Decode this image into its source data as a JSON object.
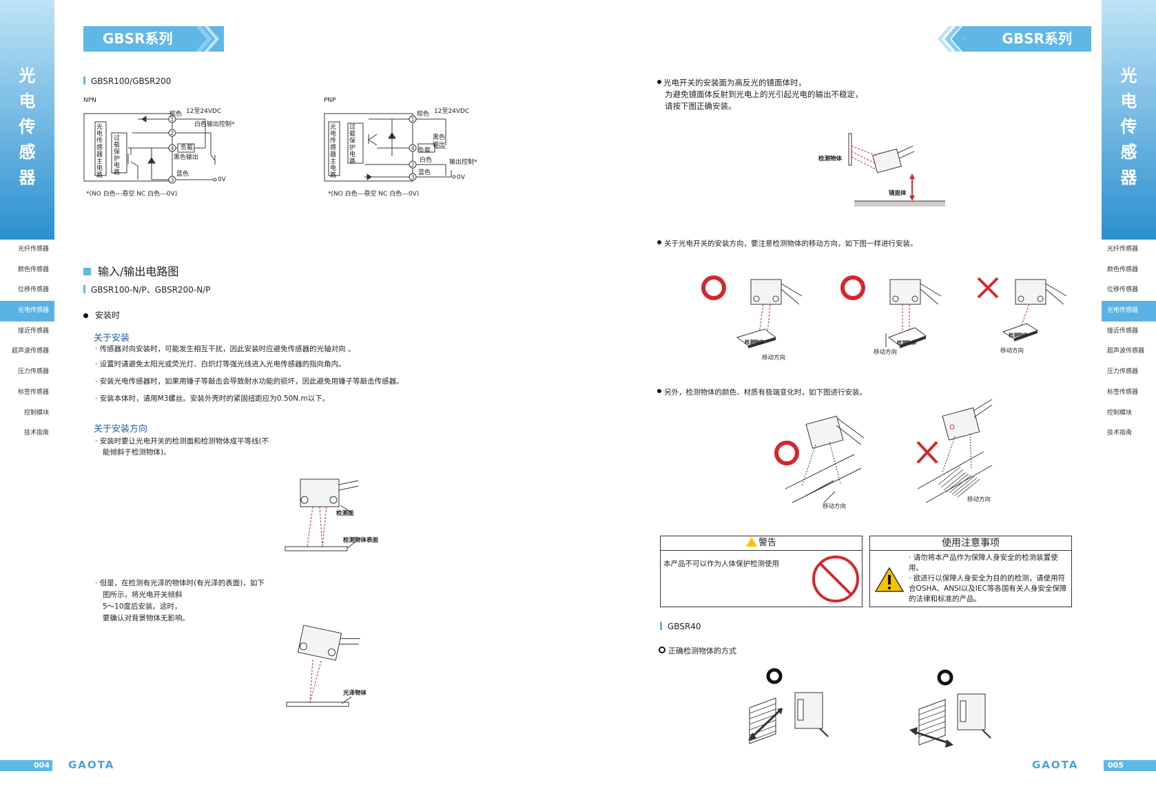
{
  "series_title": "GBSR系列",
  "vertical_title": [
    "光",
    "电",
    "传",
    "感",
    "器"
  ],
  "menu": [
    "光纤传感器",
    "颜色传感器",
    "位移传感器",
    "光电传感器",
    "接近传感器",
    "超声波传感器",
    "压力传感器",
    "标签传感器",
    "控制模块",
    "技术指南"
  ],
  "page_left": "004",
  "page_right": "005",
  "logo": "GAOTA",
  "left": {
    "model_heading": "GBSR100/GBSR200",
    "npn": {
      "label": "NPN",
      "brown": "棕色",
      "voltage": "12至24VDC",
      "white": "白色输出控制*",
      "load": "负载",
      "black": "黑色输出",
      "blue": "蓝色",
      "zero": "0V",
      "main_circuit": "光电传感器主电路",
      "protect": "过载保护电路",
      "note": "*(NO 白色---悬空 NC 白色---0V)"
    },
    "pnp": {
      "label": "PNP",
      "brown": "棕色",
      "voltage": "12至24VDC",
      "black": "黑色",
      "output": "输出",
      "load": "负载",
      "white": "白色",
      "out_ctrl": "输出控制*",
      "blue": "蓝色",
      "zero": "0V",
      "main_circuit": "光电传感器主电路",
      "protect": "过载保护电路",
      "note": "*(NO 白色---悬空 NC 白色---0V)"
    },
    "io_heading": "输入/输出电路图",
    "io_models": "GBSR100-N/P、GBSR200-N/P",
    "install_heading": "安装时",
    "about_install": "关于安装",
    "install_items": [
      "传感器对向安装时，可能发生相互干扰，因此安装时应避免传感器的光轴对向 。",
      "设置时请避免太阳光或荧光灯、白炽灯等强光线进入光电传感器的指向角内。",
      "安装光电传感器时，如果用锤子等敲击会导致耐水功能的损坏，因此避免用锤子等敲击传感器。",
      "安装本体时，请用M3螺丝。安装外壳时的紧固扭距应为0.50N.m以下。"
    ],
    "about_direction": "关于安装方向",
    "direction_text": [
      "安装时要让光电开关的检测面和检测物体成平等线(不",
      "能倾斜于检测物体)。"
    ],
    "fig1_face": "检测面",
    "fig1_surface": "检测物体表面",
    "gloss_text": [
      "但是，在检测有光泽的物体时(有光泽的表面)，如下",
      "图所示，将光电开关倾斜",
      "5～10度后安装。这时，",
      "要确认对背景物体无影响。"
    ],
    "fig2_label": "光泽物体"
  },
  "right": {
    "mirror_text": [
      "光电开关的安装面为高反光的镜面体时，",
      "为避免镜面体反射到光电上的光引起光电的输出不稳定，",
      "请按下图正确安装。"
    ],
    "mirror_obj": "检测物体",
    "mirror_body": "镜面体",
    "direction_text": "关于光电开关的安装方向，要注意检测物体的移动方向，如下图一样进行安装。",
    "obj_label": "检测物体",
    "move_label": "移动方向",
    "color_text": "另外，检测物体的颜色、材质有极端变化时，如下图进行安装。",
    "warning_title": "警告",
    "warning_text": "本产品不可以作为人体保护检测使用",
    "caution_title": "使用注意事项",
    "caution_items": [
      "请勿将本产品作为保障人身安全的检测装置使用。",
      "欲进行以保障人身安全为目的的检测，请使用符合OSHA、ANSI以及IEC等各国有关人身安全保障的法律和标准的产品。"
    ],
    "gbsr40": "GBSR40",
    "correct_method": "正确检测物体的方式"
  },
  "colors": {
    "accent": "#5fb7e6",
    "red": "#d6262b",
    "heading_blue": "#1d5fae"
  }
}
